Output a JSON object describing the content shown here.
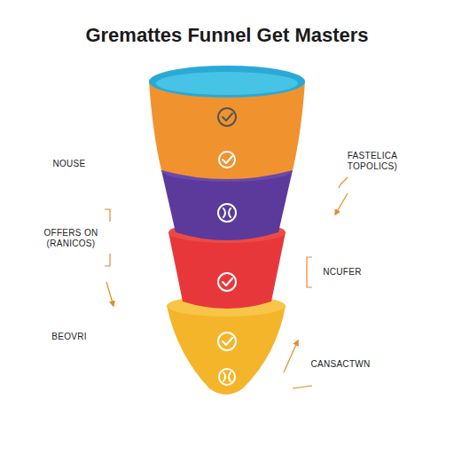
{
  "diagram": {
    "title": "Gremattes Funnel Get Masters",
    "labels": [
      "NOUSE",
      "FASTELICA TOPOLICS)",
      "OFFERS ON (RANICOS)",
      "NCUFER",
      "BEOVRI",
      "CANSACTWN"
    ]
  }
}
